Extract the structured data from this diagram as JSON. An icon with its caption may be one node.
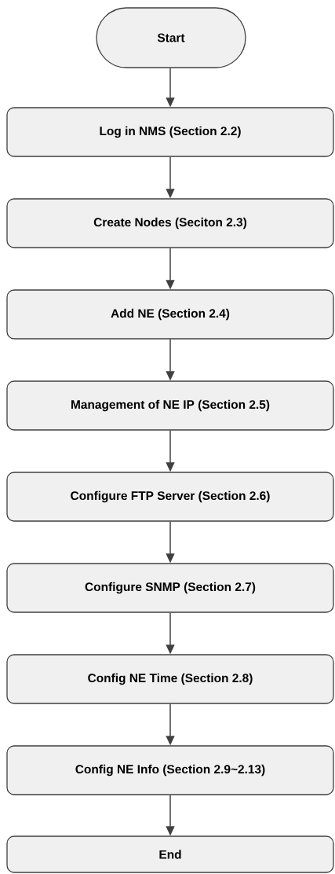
{
  "diagram": {
    "nodes": [
      {
        "text": [
          "Start"
        ]
      },
      {
        "text": [
          "Log in NMS (Section 2.2)"
        ]
      },
      {
        "text": [
          "Create Nodes (Seciton 2.3)"
        ]
      },
      {
        "text": [
          "Add NE (Section 2.4)"
        ]
      },
      {
        "text": [
          "Management of NE IP (Section 2.5)"
        ]
      },
      {
        "text": [
          "Configure FTP Server (Section 2.6)"
        ]
      },
      {
        "text": [
          "Configure SNMP (Section 2.7)"
        ]
      },
      {
        "text": [
          "Config NE Time (Section 2.8)"
        ]
      },
      {
        "text": [
          "Config NE Info (Section 2.9~2.13)"
        ]
      },
      {
        "text": [
          "End"
        ]
      }
    ],
    "edges": [
      {
        "from": 0,
        "to": 1,
        "arrow": "to"
      },
      {
        "from": 1,
        "to": 2,
        "arrow": "to"
      },
      {
        "from": 2,
        "to": 3,
        "arrow": "to"
      },
      {
        "from": 3,
        "to": 4,
        "arrow": "to"
      },
      {
        "from": 4,
        "to": 5,
        "arrow": "to"
      },
      {
        "from": 5,
        "to": 6,
        "arrow": "to"
      },
      {
        "from": 6,
        "to": 7,
        "arrow": "to"
      },
      {
        "from": 7,
        "to": 8,
        "arrow": "to"
      },
      {
        "from": 8,
        "to": 9,
        "arrow": "to"
      }
    ]
  }
}
